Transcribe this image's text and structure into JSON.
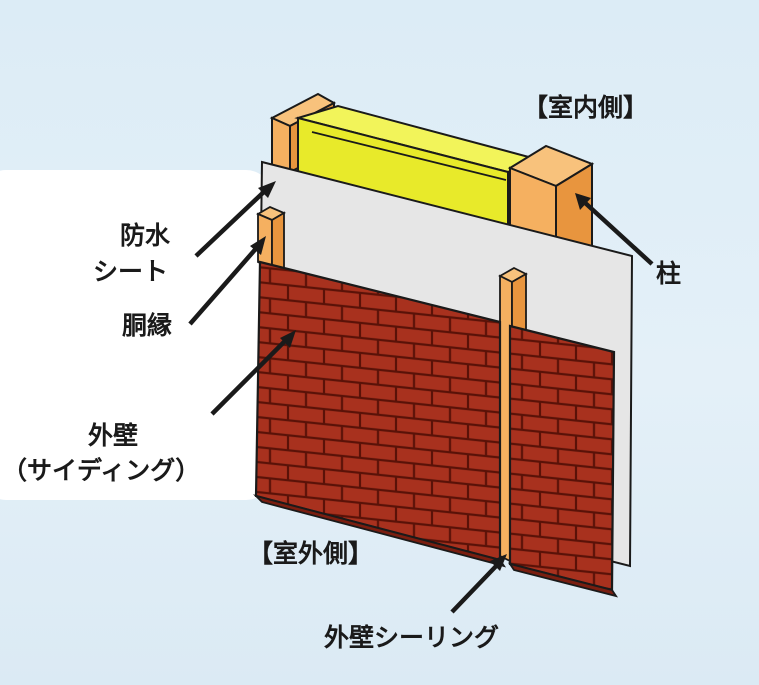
{
  "labels": {
    "interior": "【室内側】",
    "exterior": "【室外側】",
    "waterproof_sheet_line1": "防水",
    "waterproof_sheet_line2": "シート",
    "furring_strip": "胴縁",
    "siding_line1": "外壁",
    "siding_line2": "（サイディング）",
    "column": "柱",
    "sealing": "外壁シーリング"
  },
  "colors": {
    "background": "#dcecf6",
    "panel": "#ffffff",
    "insulation": "#e8ea2a",
    "wood": "#f5b060",
    "wood_dark": "#e8953e",
    "sheet": "#e6e6e6",
    "brick": "#a8311e",
    "mortar": "#5a1208",
    "outline": "#1a1a1a"
  }
}
